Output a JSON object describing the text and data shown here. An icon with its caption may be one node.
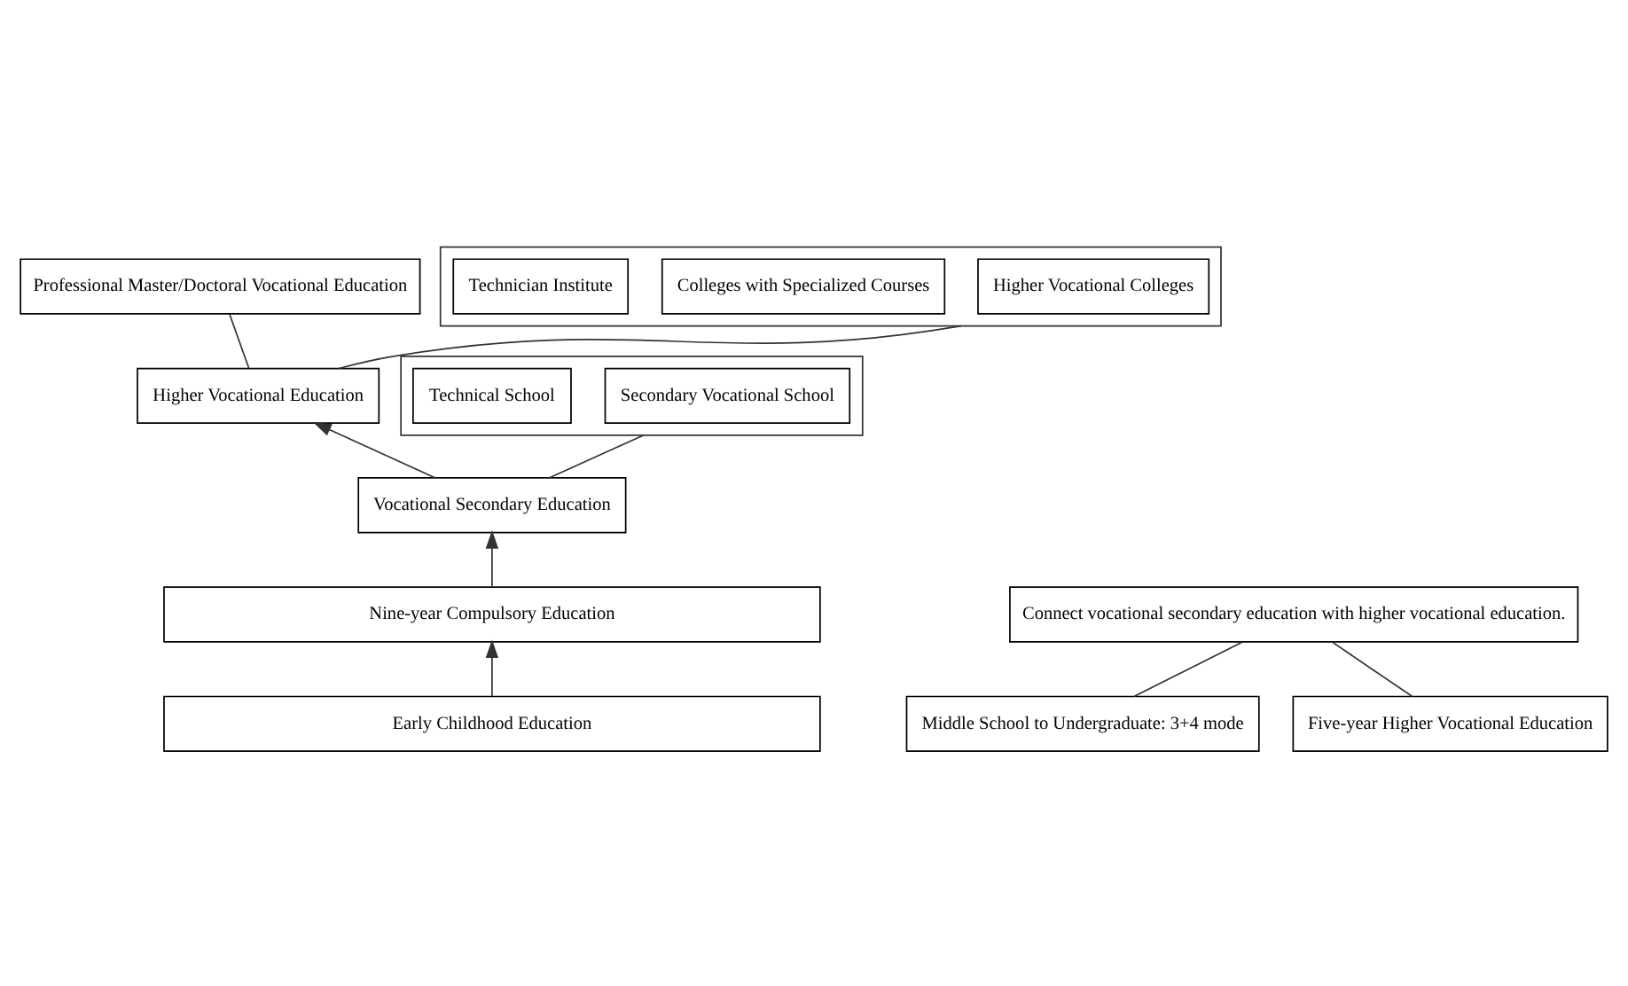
{
  "diagram": {
    "nodes": [
      {
        "text": [
          "Higher Vocational Education"
        ]
      },
      {
        "text": [
          "Professional Master/Doctoral Vocational Education"
        ]
      },
      {
        "text": [],
        "shape": "box"
      },
      {
        "text": [
          "Higher Vocational Colleges"
        ],
        "in": 2
      },
      {
        "text": [
          "Colleges with Specialized Courses"
        ],
        "in": 2
      },
      {
        "text": [
          "Technician Institute"
        ],
        "in": 2
      },
      {
        "text": [
          "Vocational Secondary Education"
        ]
      },
      {
        "text": [],
        "shape": "box"
      },
      {
        "text": [
          "Secondary Vocational School"
        ],
        "in": 7
      },
      {
        "text": [
          "Technical School"
        ],
        "in": 7
      },
      {
        "text": [
          "Connect vocational secondary education with higher vocational education."
        ]
      },
      {
        "text": [
          "Middle School to Undergraduate: 3+4 mode"
        ]
      },
      {
        "text": [
          "Five-year Higher Vocational Education"
        ]
      },
      {
        "text": [
          "Nine-year Compulsory Education"
        ]
      },
      {
        "text": [
          "Early Childhood Education"
        ]
      }
    ],
    "edges": [
      {
        "from": 14,
        "to": 13,
        "arrow": "to"
      },
      {
        "from": 13,
        "to": 6,
        "arrow": "to"
      },
      {
        "from": 6,
        "to": 0,
        "arrow": "to"
      },
      {
        "from": 0,
        "to": 1,
        "arrow": "none"
      },
      {
        "from": 0,
        "to": 2,
        "arrow": "none"
      },
      {
        "from": 6,
        "to": 7,
        "arrow": "none"
      },
      {
        "from": 11,
        "to": 10,
        "arrow": "none"
      },
      {
        "from": 12,
        "to": 10,
        "arrow": "none"
      }
    ]
  }
}
